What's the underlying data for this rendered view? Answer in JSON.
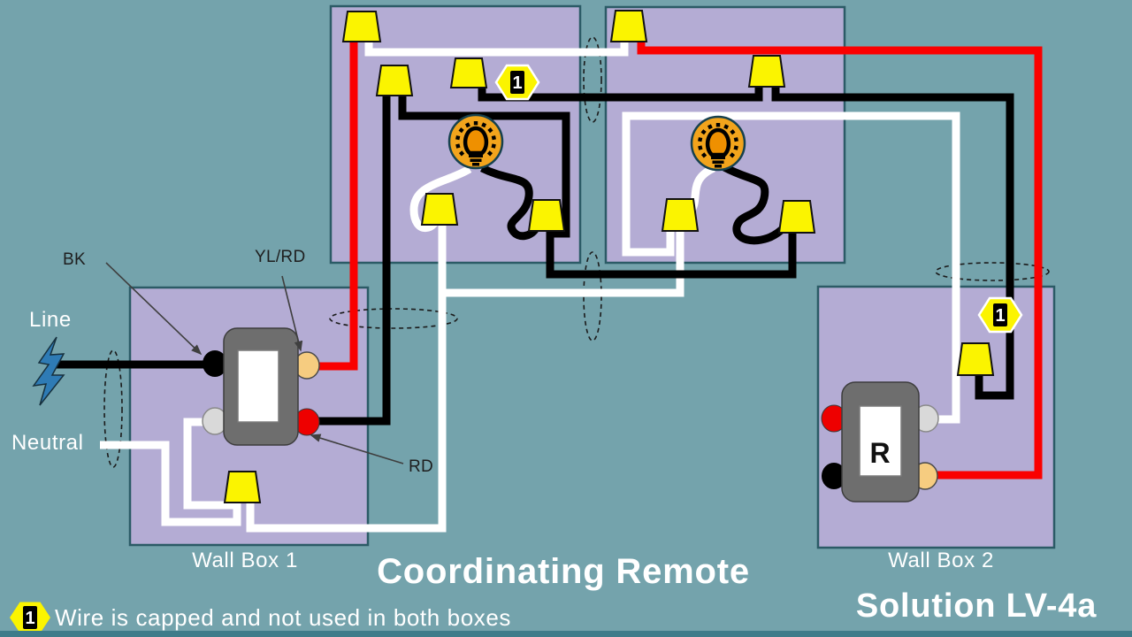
{
  "title": "Coordinating Remote",
  "solution": "Solution LV-4a",
  "legend": {
    "badge": "1",
    "text": "Wire is capped and not used in both boxes"
  },
  "badges": {
    "ceiling_wire": "1",
    "wall_box_2_wire": "1"
  },
  "labels": {
    "line": "Line",
    "neutral": "Neutral",
    "bk": "BK",
    "yl_rd": "YL/RD",
    "rd": "RD",
    "wall_box_1": "Wall Box 1",
    "wall_box_2": "Wall Box 2",
    "remote_button": "R"
  },
  "icons": {
    "wire_nut": "wire-nut-icon",
    "light_bulb": "light-bulb-icon",
    "lightning_bolt": "lightning-bolt-icon",
    "capped_badge": "hex-badge-icon"
  },
  "colors": {
    "bg": "#74A3AC",
    "bar": "#3E7C8A",
    "box-fill": "#B4ACD4",
    "box-line": "#2B5B66",
    "wire-black": "#000000",
    "wire-white": "#FFFFFF",
    "wire-red": "#FA0000",
    "nut-yellow": "#FBF400",
    "bulb-amber": "#F2A41C",
    "bulb-inner": "#EF9000",
    "bulb-ring": "#16414E",
    "device-gray": "#6E6E6E",
    "dot-tan": "#F6CC80",
    "dot-gray": "#D9D9D9",
    "dot-red": "#EE0000",
    "bolt-blue": "#2E7BB5",
    "ink-dark": "#1E1E1E"
  }
}
